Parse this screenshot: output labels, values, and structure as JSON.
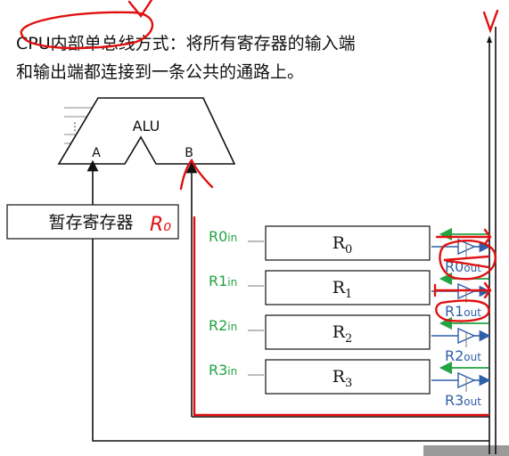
{
  "heading": {
    "line1": "CPU内部单总线方式：将所有寄存器的输入端",
    "line2": "和输出端都连接到一条公共的通路上。"
  },
  "alu": {
    "label": "ALU",
    "port_a": "A",
    "port_b": "B"
  },
  "temp_register": {
    "label": "暂存寄存器",
    "annotation": "R₀"
  },
  "registers": [
    {
      "name": "R",
      "sub": "0",
      "in_signal": "R0in",
      "out_signal": "R0out"
    },
    {
      "name": "R",
      "sub": "1",
      "in_signal": "R1in",
      "out_signal": "R1out"
    },
    {
      "name": "R",
      "sub": "2",
      "in_signal": "R2in",
      "out_signal": "R2out"
    },
    {
      "name": "R",
      "sub": "3",
      "in_signal": "R3in",
      "out_signal": "R3out"
    }
  ],
  "colors": {
    "signal_green": "#22a344",
    "signal_blue": "#2e5fa8",
    "annotation_red": "#e01010",
    "line": "#111111"
  }
}
